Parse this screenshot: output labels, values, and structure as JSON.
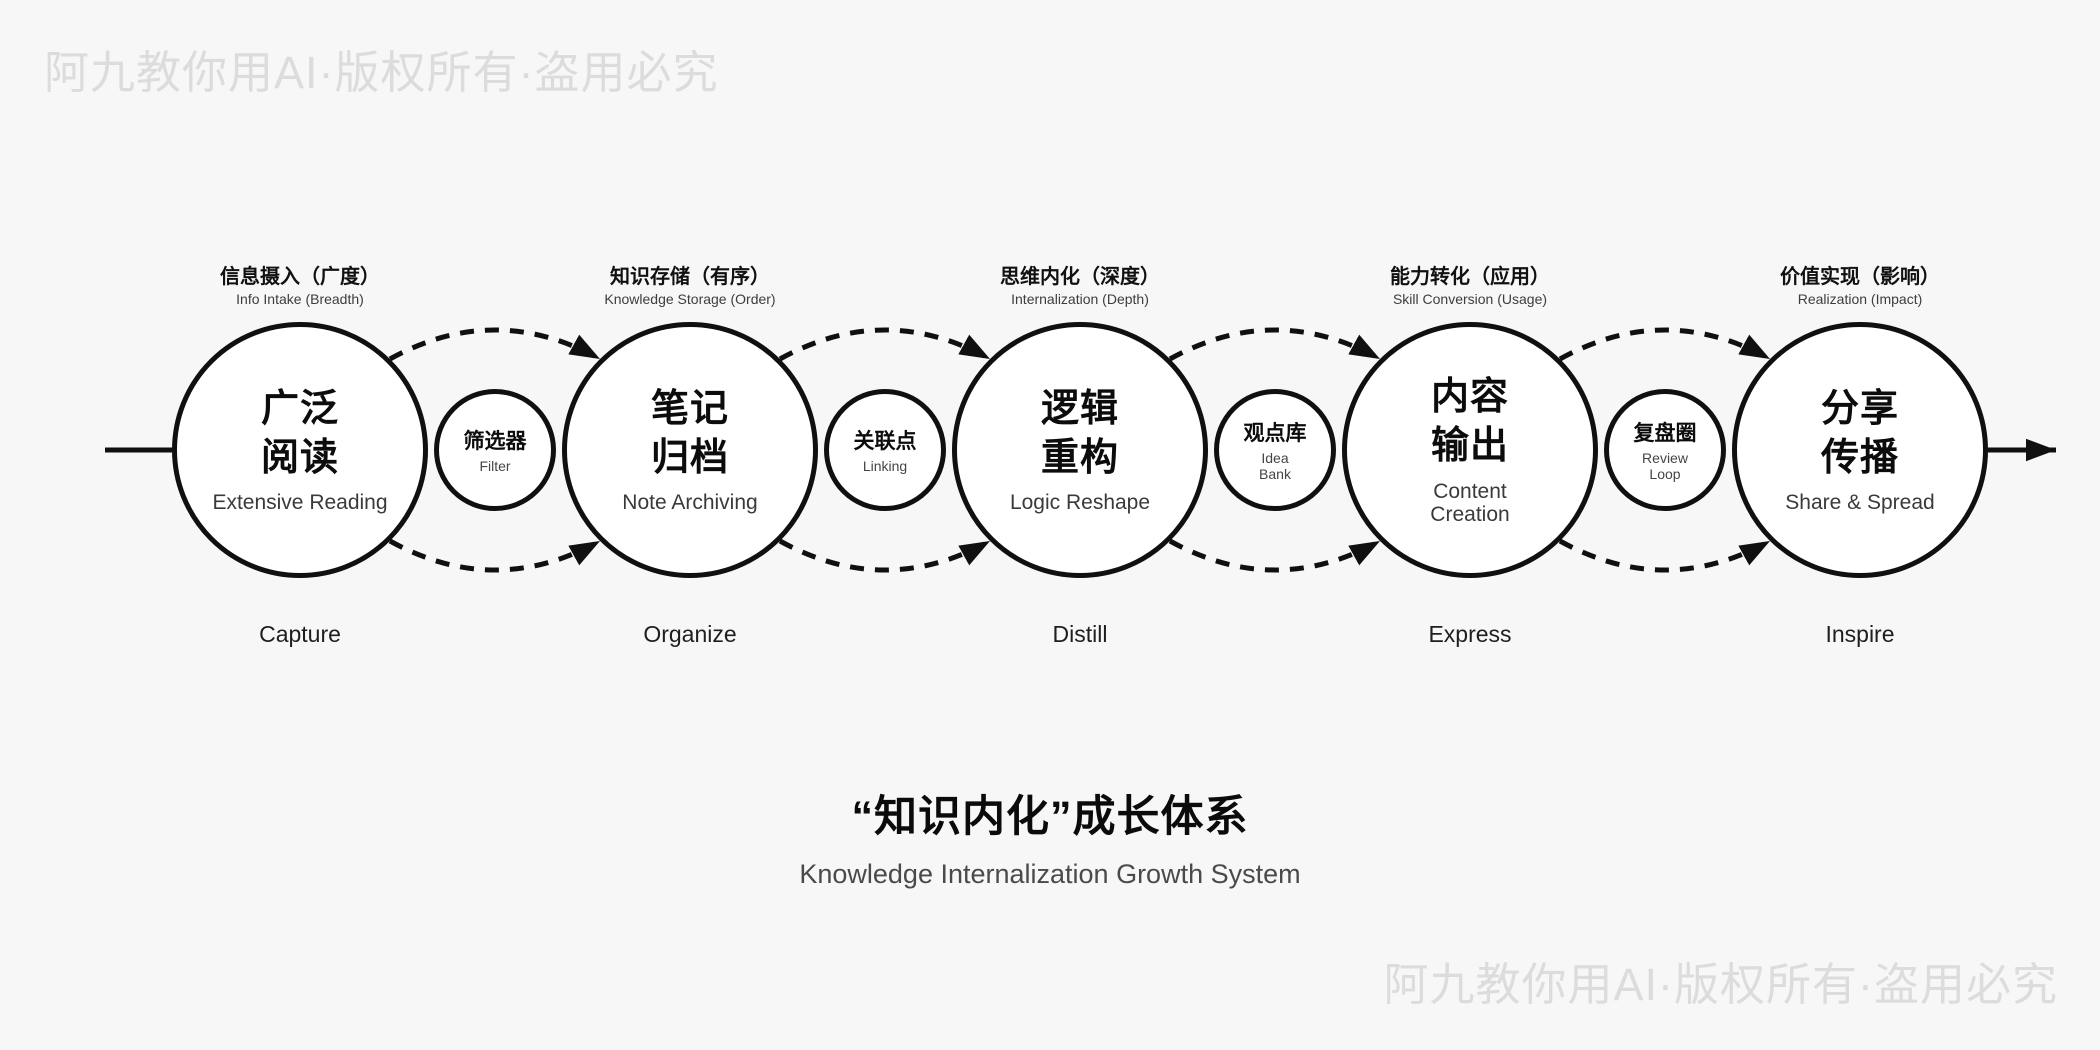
{
  "watermarks": {
    "top_left": "阿九教你用AI·版权所有·盗用必究",
    "bottom_right": "阿九教你用AI·版权所有·盗用必究"
  },
  "title": {
    "zh": "“知识内化”成长体系",
    "en": "Knowledge Internalization Growth System"
  },
  "stages": [
    {
      "label_zh": "信息摄入（广度）",
      "label_en": "Info Intake (Breadth)",
      "circle_zh": "广泛\n阅读",
      "circle_en": "Extensive Reading",
      "stage_en": "Capture"
    },
    {
      "label_zh": "知识存储（有序）",
      "label_en": "Knowledge Storage (Order)",
      "circle_zh": "笔记\n归档",
      "circle_en": "Note Archiving",
      "stage_en": "Organize"
    },
    {
      "label_zh": "思维内化（深度）",
      "label_en": "Internalization (Depth)",
      "circle_zh": "逻辑\n重构",
      "circle_en": "Logic Reshape",
      "stage_en": "Distill"
    },
    {
      "label_zh": "能力转化（应用）",
      "label_en": "Skill Conversion (Usage)",
      "circle_zh": "内容\n输出",
      "circle_en": "Content\nCreation",
      "stage_en": "Express"
    },
    {
      "label_zh": "价值实现（影响）",
      "label_en": "Realization (Impact)",
      "circle_zh": "分享\n传播",
      "circle_en": "Share & Spread",
      "stage_en": "Inspire"
    }
  ],
  "connectors": [
    {
      "zh": "筛选器",
      "en": "Filter"
    },
    {
      "zh": "关联点",
      "en": "Linking"
    },
    {
      "zh": "观点库",
      "en": "Idea\nBank"
    },
    {
      "zh": "复盘圈",
      "en": "Review\nLoop"
    }
  ],
  "colors": {
    "background": "#f6f7f6",
    "stroke": "#101010",
    "circle_fill": "#ffffff",
    "watermark": "#dcdcdc",
    "secondary_text": "#3d3d3d"
  }
}
